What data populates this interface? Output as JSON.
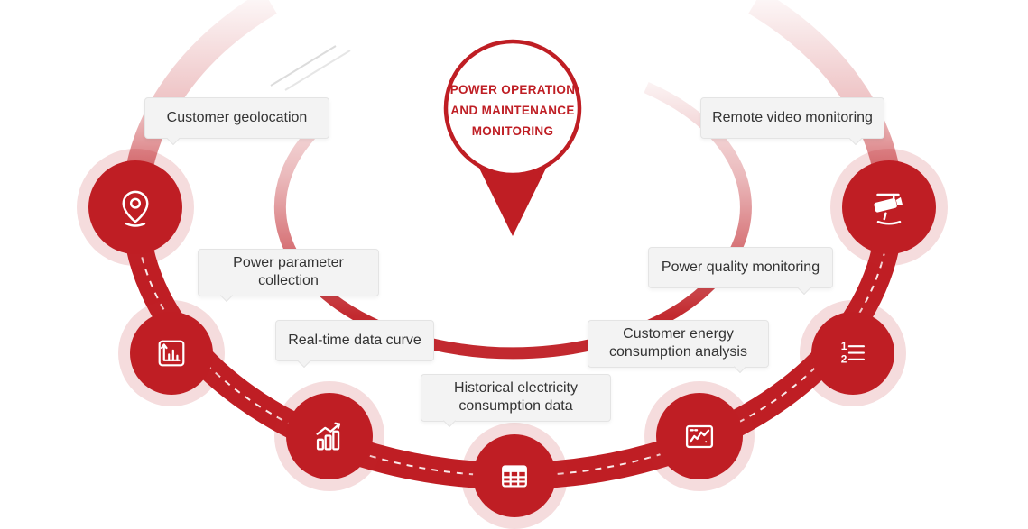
{
  "diagram": {
    "center": {
      "title_lines": [
        "POWER OPERATION",
        "AND MAINTENANCE",
        "MONITORING"
      ]
    },
    "nodes": [
      {
        "label": "Customer geolocation",
        "icon": "location-pin-icon"
      },
      {
        "label": "Power parameter collection",
        "icon": "parameter-bar-chart-icon"
      },
      {
        "label": "Real-time data curve",
        "icon": "rising-bar-chart-icon"
      },
      {
        "label": "Historical electricity consumption data",
        "icon": "data-table-icon"
      },
      {
        "label": "Customer energy consumption analysis",
        "icon": "trend-wave-icon"
      },
      {
        "label": "Power quality monitoring",
        "icon": "numbered-list-icon"
      },
      {
        "label": "Remote video monitoring",
        "icon": "cctv-camera-icon"
      }
    ],
    "colors": {
      "primary_red": "#bf1e24",
      "halo_pink": "#f5d9da",
      "label_bg": "#f3f3f3",
      "label_border": "#e4e4e4",
      "text_dark": "#333333"
    }
  }
}
